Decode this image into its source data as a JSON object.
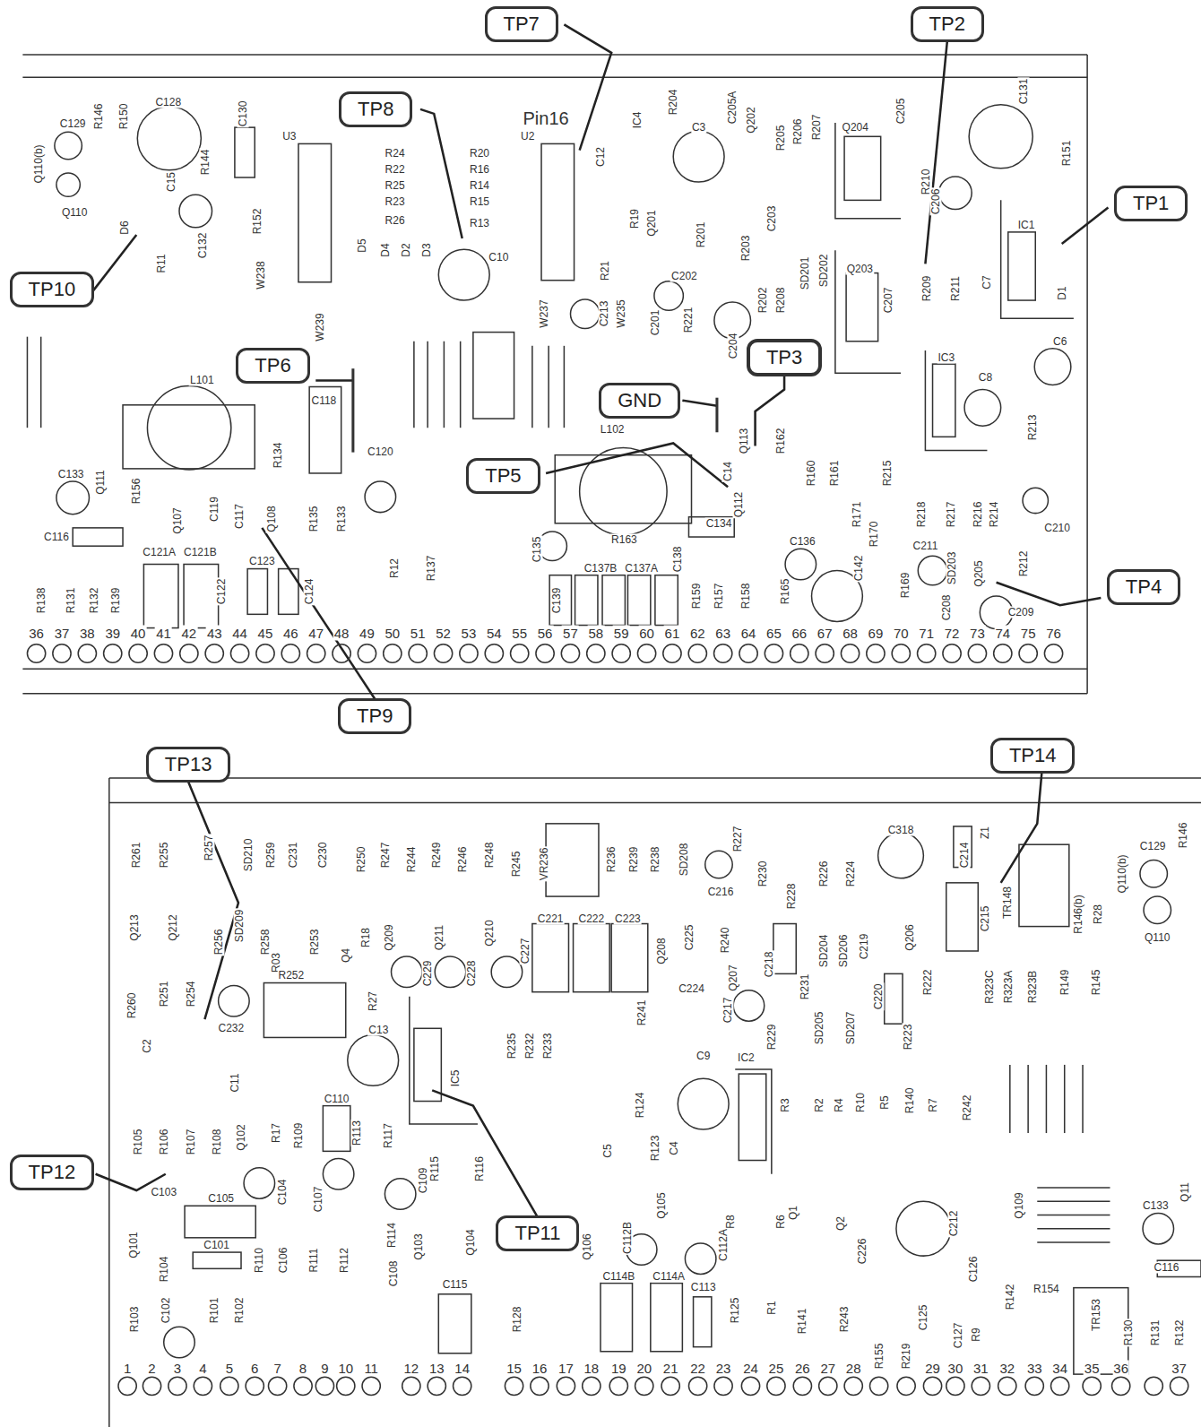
{
  "diagram": {
    "nodes": [
      {
        "text": [
          "TP7"
        ]
      },
      {
        "text": [
          "TP2"
        ]
      },
      {
        "text": [
          "TP8"
        ]
      },
      {
        "text": [
          "TP1"
        ]
      },
      {
        "text": [
          "TP10"
        ]
      },
      {
        "text": [
          "TP6"
        ]
      },
      {
        "text": [
          "TP3"
        ]
      },
      {
        "text": [
          "GND"
        ]
      },
      {
        "text": [
          "TP5"
        ]
      },
      {
        "text": [
          "TP4"
        ]
      },
      {
        "text": [
          "TP9"
        ]
      },
      {
        "text": [
          "TP13"
        ]
      },
      {
        "text": [
          "TP14"
        ]
      },
      {
        "text": [
          "TP12"
        ]
      },
      {
        "text": [
          "TP11"
        ]
      }
    ],
    "labels": [
      "Q110(b)",
      "C129",
      "R146",
      "R150",
      "C128",
      "C130",
      "U3",
      "R24",
      "R22",
      "R25",
      "R23",
      "R26",
      "R20",
      "R16",
      "R14",
      "R15",
      "R13",
      "Pin16",
      "U2",
      "C12",
      "IC4",
      "R204",
      "C3",
      "C205A",
      "Q202",
      "R205",
      "R206",
      "R207",
      "Q204",
      "C205",
      "C131",
      "R151",
      "Q110",
      "C15",
      "R144",
      "D6",
      "R11",
      "C132",
      "R152",
      "W238",
      "W239",
      "D5",
      "D4",
      "D2",
      "D3",
      "C10",
      "R19",
      "Q201",
      "C203",
      "R201",
      "R203",
      "R21",
      "W237",
      "C213",
      "W235",
      "C202",
      "C201",
      "R221",
      "C204",
      "R202",
      "R208",
      "SD201",
      "SD202",
      "Q203",
      "C207",
      "R210",
      "C206",
      "R209",
      "R211",
      "C7",
      "IC1",
      "D1",
      "C6",
      "IC3",
      "C8",
      "R213",
      "L101",
      "C118",
      "R134",
      "C120",
      "C133",
      "Q111",
      "R156",
      "C116",
      "Q107",
      "C119",
      "C117",
      "Q108",
      "R135",
      "R133",
      "C121A",
      "C121B",
      "C122",
      "C123",
      "C124",
      "R138",
      "R131",
      "R132",
      "R139",
      "R12",
      "R137",
      "L102",
      "C14",
      "Q113",
      "R162",
      "Q112",
      "R160",
      "R161",
      "R171",
      "R170",
      "R215",
      "R218",
      "R217",
      "R216",
      "R214",
      "C210",
      "R163",
      "C134",
      "C135",
      "C136",
      "C137B",
      "C137A",
      "C138",
      "C139",
      "R159",
      "R157",
      "R158",
      "R165",
      "C142",
      "R169",
      "C211",
      "SD203",
      "Q205",
      "R212",
      "C208",
      "C209",
      "36",
      "37",
      "38",
      "39",
      "40",
      "41",
      "42",
      "43",
      "44",
      "45",
      "46",
      "47",
      "48",
      "49",
      "50",
      "51",
      "52",
      "53",
      "54",
      "55",
      "56",
      "57",
      "58",
      "59",
      "60",
      "61",
      "62",
      "63",
      "64",
      "65",
      "66",
      "67",
      "68",
      "69",
      "70",
      "71",
      "72",
      "73",
      "74",
      "75",
      "76",
      "R261",
      "R255",
      "R257",
      "SD210",
      "R259",
      "C231",
      "C230",
      "R250",
      "R247",
      "R244",
      "R249",
      "R246",
      "R248",
      "R245",
      "VR236",
      "R236",
      "R239",
      "R238",
      "SD208",
      "R227",
      "C216",
      "R230",
      "R228",
      "R226",
      "R224",
      "C318",
      "C214",
      "Z1",
      "TR148",
      "R146(b)",
      "R28",
      "Q110(b)",
      "C129",
      "R146",
      "Q110",
      "Q213",
      "Q212",
      "R256",
      "SD209",
      "R258",
      "R253",
      "R18",
      "Q209",
      "Q211",
      "Q210",
      "C227",
      "C221",
      "C222",
      "C223",
      "Q208",
      "C225",
      "R240",
      "C218",
      "SD204",
      "SD206",
      "C219",
      "Q206",
      "C215",
      "R03",
      "Q4",
      "R252",
      "Q207",
      "R260",
      "R251",
      "R254",
      "C232",
      "R27",
      "C229",
      "C228",
      "C224",
      "R241",
      "C217",
      "R229",
      "R231",
      "SD205",
      "SD207",
      "C220",
      "R223",
      "R222",
      "R323C",
      "R323A",
      "R323B",
      "R149",
      "R145",
      "C2",
      "C13",
      "C11",
      "C110",
      "IC5",
      "R235",
      "R232",
      "R233",
      "C9",
      "IC2",
      "R124",
      "R3",
      "R2",
      "R4",
      "R10",
      "R5",
      "R140",
      "R7",
      "R242",
      "R105",
      "R106",
      "R107",
      "R108",
      "Q102",
      "R17",
      "R109",
      "R113",
      "R117",
      "C5",
      "R123",
      "C4",
      "C103",
      "C105",
      "C104",
      "C107",
      "C109",
      "R115",
      "R116",
      "Q105",
      "R8",
      "R6",
      "Q1",
      "Q2",
      "C212",
      "Q109",
      "C133",
      "Q11",
      "Q101",
      "C101",
      "R104",
      "R110",
      "C106",
      "R111",
      "R112",
      "R114",
      "C108",
      "Q103",
      "Q104",
      "Q106",
      "C112B",
      "C112A",
      "C226",
      "C126",
      "R142",
      "R154",
      "C116",
      "R103",
      "C102",
      "R101",
      "R102",
      "C115",
      "R128",
      "C114B",
      "C114A",
      "C113",
      "R125",
      "R1",
      "R141",
      "R243",
      "C125",
      "C127",
      "R9",
      "TR153",
      "R130",
      "R131",
      "R132",
      "R155",
      "R219",
      "1",
      "2",
      "3",
      "4",
      "5",
      "6",
      "7",
      "8",
      "9",
      "10",
      "11",
      "12",
      "13",
      "14",
      "15",
      "16",
      "17",
      "18",
      "19",
      "20",
      "21",
      "22",
      "23",
      "24",
      "25",
      "26",
      "27",
      "28",
      "29",
      "30",
      "31",
      "32",
      "33",
      "34",
      "35",
      "36",
      "37"
    ]
  }
}
